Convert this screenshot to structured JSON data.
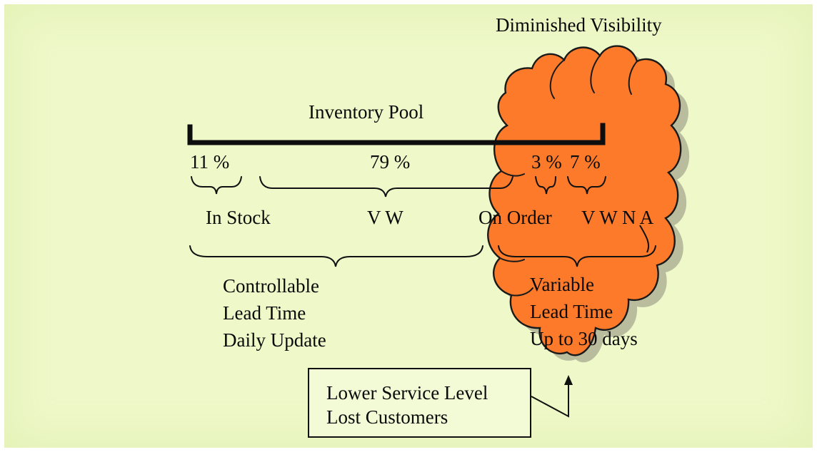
{
  "diagram": {
    "title": "Diminished Visibility",
    "pool_label": "Inventory Pool",
    "segments": [
      {
        "percent": "11 %",
        "label": "In Stock"
      },
      {
        "percent": "79 %",
        "label": "V W"
      },
      {
        "percent": "3 %",
        "label": "On Order"
      },
      {
        "percent": "7 %",
        "label": "V W N A"
      }
    ],
    "left_group": {
      "line1": "Controllable",
      "line2": "Lead Time",
      "line3": "Daily Update"
    },
    "right_group": {
      "line1": "Variable",
      "line2": "Lead Time",
      "line3": "Up to 30 days"
    },
    "callout": {
      "line1": "Lower Service Level",
      "line2": "Lost Customers"
    },
    "colors": {
      "cloud": "#fc7a2a",
      "background": "#eef8c8",
      "ink": "#111111"
    }
  }
}
